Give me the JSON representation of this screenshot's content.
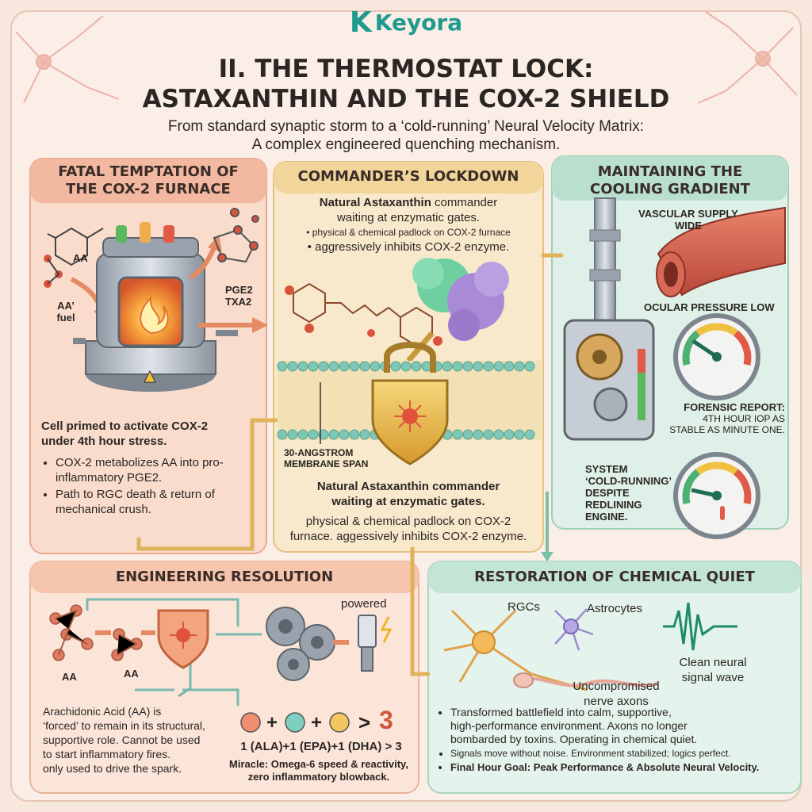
{
  "logo": {
    "mark": "K",
    "name": "Keyora"
  },
  "title": {
    "line1": "II. THE THERMOSTAT LOCK:",
    "line2": "ASTAXANTHIN AND THE COX-2 SHIELD"
  },
  "subtitle": {
    "line1": "From standard synaptic storm to a ‘cold-running’ Neural Velocity Matrix:",
    "line2": "A complex engineered quenching mechanism."
  },
  "panel_furnace": {
    "title_line1": "FATAL TEMPTATION OF",
    "title_line2": "THE COX-2 FURNACE",
    "aa": "AA",
    "aa_fuel_line1": "AA’",
    "aa_fuel_line2": "fuel",
    "pge2": "PGE2",
    "txa2": "TXA2",
    "lead_line1": "Cell primed to activate COX-2",
    "lead_line2": "under 4th hour stress.",
    "bullets": [
      "COX-2 metabolizes AA into pro-inflammatory PGE2.",
      "Path to RGC death & return of mechanical crush."
    ]
  },
  "panel_lockdown": {
    "title": "COMMANDER’S LOCKDOWN",
    "intro_bold": "Natural Astaxanthin",
    "intro_rest": " commander",
    "intro_line2": "waiting at enzymatic gates.",
    "bullet1": "• physical & chemical padlock on COX-2 furnace",
    "bullet2": "• aggressively inhibits COX-2 enzyme.",
    "membrane_line1": "30-ANGSTROM",
    "membrane_line2": "MEMBRANE SPAN",
    "bottom_bold_line1": "Natural Astaxanthin commander",
    "bottom_bold_line2": "waiting at enzymatic gates.",
    "bottom_line1": "physical & chemical padlock on COX-2",
    "bottom_line2": "furnace. aggessively inhibits COX-2 enzyme."
  },
  "panel_cooling": {
    "title_line1": "MAINTAINING THE",
    "title_line2": "COOLING GRADIENT",
    "vascular_line1": "VASCULAR SUPPLY",
    "vascular_line2": "WIDE",
    "ocular": "OCULAR PRESSURE LOW",
    "forensic_title": "FORENSIC REPORT:",
    "forensic_line1": "4TH HOUR IOP AS",
    "forensic_line2": "STABLE AS MINUTE ONE.",
    "system_line1": "SYSTEM",
    "system_line2": "‘COLD-RUNNING’",
    "system_line3": "DESPITE",
    "system_line4": "REDLINING",
    "system_line5": "ENGINE."
  },
  "panel_engineering": {
    "title": "ENGINEERING RESOLUTION",
    "powered": "powered",
    "aa_left": "AA",
    "aa_mid": "AA",
    "desc_lines": [
      "Arachidonic Acid (AA) is",
      "‘forced’ to remain in its structural,",
      "supportive role. Cannot be used",
      "to start inflammatory fires.",
      "only used to drive the spark."
    ],
    "plus": "+",
    "greater": ">",
    "three": "3",
    "formula": "1 (ALA)+1 (EPA)+1 (DHA) > 3",
    "miracle_line1": "Miracle: Omega-6 speed & reactivity,",
    "miracle_line2": "zero inflammatory blowback."
  },
  "panel_restoration": {
    "title": "RESTORATION OF CHEMICAL QUIET",
    "rgcs": "RGCs",
    "astrocytes": "Astrocytes",
    "clean_line1": "Clean neural",
    "clean_line2": "signal wave",
    "axons_line1": "Uncompromised",
    "axons_line2": "nerve axons",
    "bullet1_lines": [
      "Transformed battlefield into calm, supportive,",
      "high-performance environment. Axons no longer",
      "bombarded by toxins. Operating in chemical quiet."
    ],
    "bullet2": "Signals move without noise. Environment stabilized; logics perfect.",
    "bullet3": "Final Hour Goal: Peak Performance & Absolute Neural Velocity."
  },
  "colors": {
    "teal": "#1f9a8e",
    "furnace_panel": "#f9d9c8",
    "lockdown_panel": "#f8e6c4",
    "cooling_panel": "#dcefe6",
    "resolution_panel": "#fbe3d6",
    "restoration_panel": "#e3f2ea",
    "gold_line": "#e0b25a"
  }
}
